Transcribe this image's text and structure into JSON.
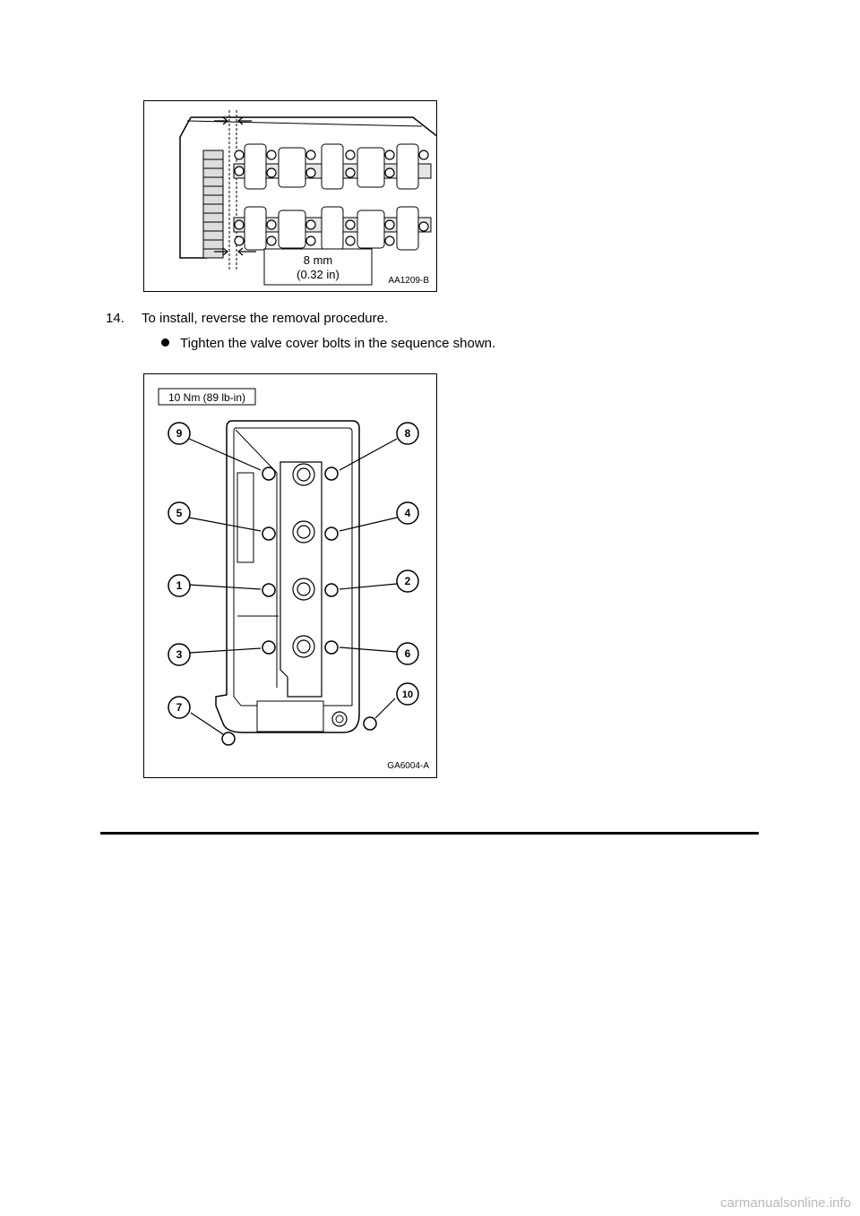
{
  "figure1": {
    "dimension_value": "8 mm",
    "dimension_unit": "(0.32 in)",
    "code": "AA1209-B"
  },
  "step": {
    "number": "14.",
    "text": "To install, reverse the removal procedure.",
    "bullet": "Tighten the valve cover bolts in the sequence shown."
  },
  "figure2": {
    "torque": "10 Nm (89 lb-in)",
    "code": "GA6004-A",
    "callouts": [
      "9",
      "8",
      "5",
      "4",
      "1",
      "2",
      "3",
      "6",
      "7",
      "10"
    ]
  },
  "watermark": "carmanualsonline.info"
}
